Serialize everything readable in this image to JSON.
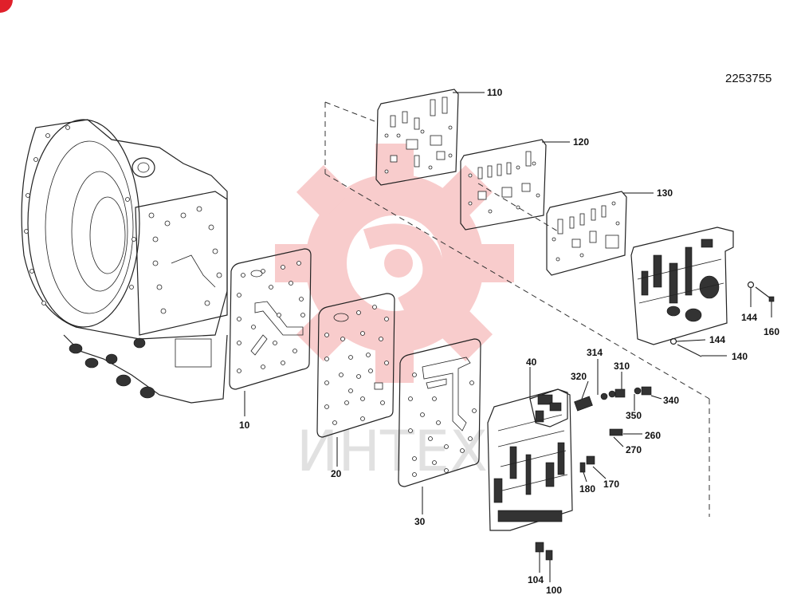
{
  "document_number": "2253755",
  "watermark": {
    "text": "ИНТЕХ",
    "color": "#f29a9a"
  },
  "badge": {
    "color": "#e0202a"
  },
  "labels": [
    {
      "id": "l110",
      "text": "110"
    },
    {
      "id": "l120",
      "text": "120"
    },
    {
      "id": "l130",
      "text": "130"
    },
    {
      "id": "l144a",
      "text": "144"
    },
    {
      "id": "l160",
      "text": "160"
    },
    {
      "id": "l144b",
      "text": "144"
    },
    {
      "id": "l140",
      "text": "140"
    },
    {
      "id": "l314",
      "text": "314"
    },
    {
      "id": "l320",
      "text": "320"
    },
    {
      "id": "l310",
      "text": "310"
    },
    {
      "id": "l40",
      "text": "40"
    },
    {
      "id": "l340",
      "text": "340"
    },
    {
      "id": "l350",
      "text": "350"
    },
    {
      "id": "l260",
      "text": "260"
    },
    {
      "id": "l270",
      "text": "270"
    },
    {
      "id": "l170",
      "text": "170"
    },
    {
      "id": "l180",
      "text": "180"
    },
    {
      "id": "l10",
      "text": "10"
    },
    {
      "id": "l20",
      "text": "20"
    },
    {
      "id": "l30",
      "text": "30"
    },
    {
      "id": "l104",
      "text": "104"
    },
    {
      "id": "l100",
      "text": "100"
    }
  ]
}
